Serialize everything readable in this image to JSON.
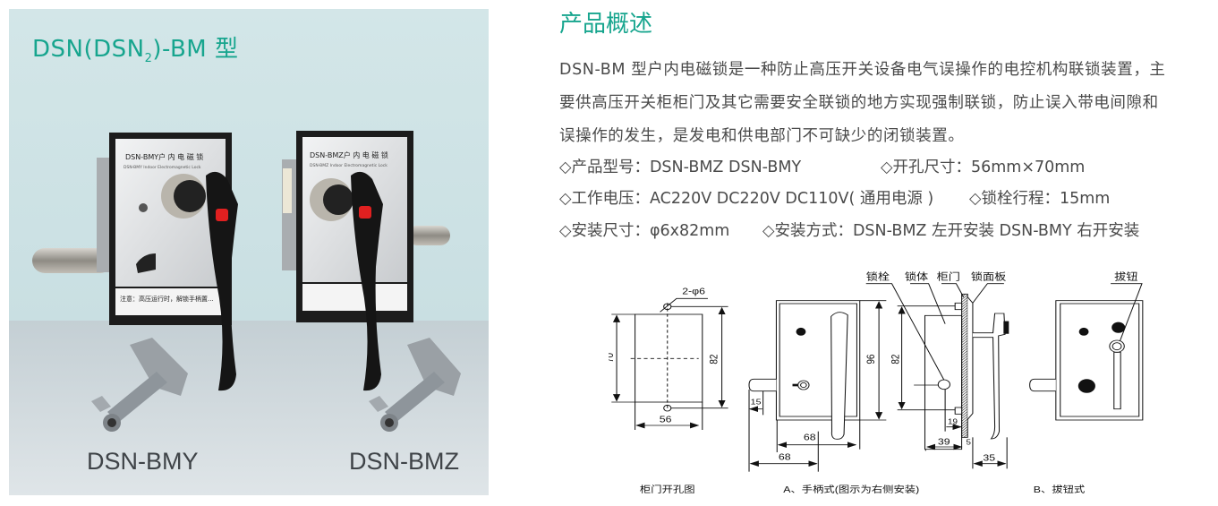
{
  "photo": {
    "title_main": "DSN(DSN",
    "title_sub": "2",
    "title_end": ")-BM 型",
    "label_left": "DSN-BMY",
    "label_right": "DSN-BMZ",
    "plate_left": "DSN-BMY户 内 电 磁 锁",
    "plate_right": "DSN-BMZ户 内 电 磁 锁",
    "plate_en_left": "DSN-BMY Indoor Electromagnetic Lock",
    "plate_en_right": "DSN-BMZ Indoor Electromagnetic Lock",
    "notice": "注意：高压运行时，解锁手柄置..."
  },
  "overview": {
    "heading": "产品概述",
    "paragraph_lines": [
      "DSN-BM 型户内电磁锁是一种防止高压开关设备电气误操作的电控机构联锁装置，主",
      "要供高压开关柜柜门及其它需要安全联锁的地方实现强制联锁，防止误入带电间隙和",
      "误操作的发生，是发电和供电部门不可缺少的闭锁装置。"
    ],
    "specs": [
      "◇产品型号：DSN-BMZ  DSN-BMY",
      "◇开孔尺寸：56mm×70mm",
      "◇工作电压：AC220V DC220V  DC110V( 通用电源 )",
      "◇锁栓行程：15mm",
      "◇安装尺寸：φ6x82mm",
      "◇安装方式：DSN-BMZ 左开安装  DSN-BMY 右开安装"
    ]
  },
  "diagram": {
    "cutout": {
      "caption": "柜门开孔图",
      "hole_label": "2-φ6",
      "dim_height": "70",
      "dim_hole_spacing": "82",
      "dim_width": "56"
    },
    "handle": {
      "caption": "A、手柄式(图示为右侧安装)",
      "dim_96": "96",
      "dim_15": "15",
      "dim_68a": "68",
      "dim_68b": "68"
    },
    "side": {
      "label_bolt": "锁栓",
      "label_body": "锁体",
      "label_door": "柜门",
      "label_panel": "锁面板",
      "dim_82": "82",
      "dim_19": "19",
      "dim_39": "39",
      "dim_5": "5",
      "dim_35": "35"
    },
    "knob": {
      "caption": "B、拔钮式",
      "label_knob": "拔钮"
    }
  }
}
